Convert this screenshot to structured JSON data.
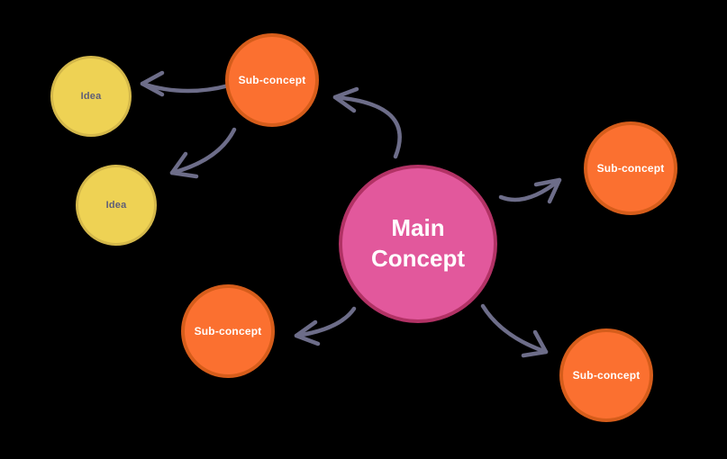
{
  "canvas": {
    "background": "#000000"
  },
  "colors": {
    "canvas_bg": "#000000",
    "main_fill": "#e2589c",
    "main_border": "#b23265",
    "main_text": "#ffffff",
    "sub_fill": "#fb7030",
    "sub_border": "#d65d1b",
    "sub_text": "#ffffff",
    "idea_fill": "#eed254",
    "idea_border": "#d4b84a",
    "idea_text": "#5e5e78",
    "connector": "#6d6d89"
  },
  "nodes": [
    {
      "id": "main-concept",
      "label": "Main Concept",
      "type": "main"
    },
    {
      "id": "sub-concept-top",
      "label": "Sub-concept",
      "type": "sub"
    },
    {
      "id": "sub-concept-right",
      "label": "Sub-concept",
      "type": "sub"
    },
    {
      "id": "sub-concept-bottom-right",
      "label": "Sub-concept",
      "type": "sub"
    },
    {
      "id": "sub-concept-bottom-left",
      "label": "Sub-concept",
      "type": "sub"
    },
    {
      "id": "idea-top",
      "label": "Idea",
      "type": "idea"
    },
    {
      "id": "idea-bottom",
      "label": "Idea",
      "type": "idea"
    }
  ],
  "connectors": [
    {
      "from": "main-concept",
      "to": "sub-concept-top"
    },
    {
      "from": "sub-concept-top",
      "to": "idea-top"
    },
    {
      "from": "sub-concept-top",
      "to": "idea-bottom"
    },
    {
      "from": "main-concept",
      "to": "sub-concept-right"
    },
    {
      "from": "main-concept",
      "to": "sub-concept-bottom-left"
    },
    {
      "from": "main-concept",
      "to": "sub-concept-bottom-right"
    }
  ]
}
